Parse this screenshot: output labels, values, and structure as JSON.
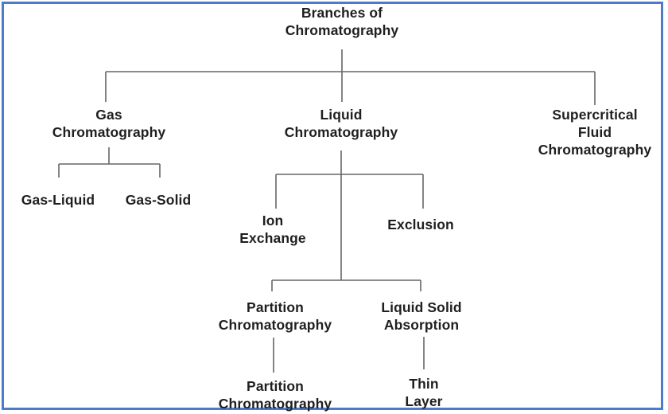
{
  "diagram": {
    "title": "Branches of Chromatography",
    "type": "tree",
    "nodes": {
      "root": {
        "label": "Branches of\nChromatography"
      },
      "gas": {
        "label": "Gas\nChromatography"
      },
      "liquid": {
        "label": "Liquid\nChromatography"
      },
      "supercritical": {
        "label": "Supercritical\nFluid\nChromatography"
      },
      "gas_liquid": {
        "label": "Gas-Liquid"
      },
      "gas_solid": {
        "label": "Gas-Solid"
      },
      "ion_exchange": {
        "label": "Ion\nExchange"
      },
      "exclusion": {
        "label": "Exclusion"
      },
      "partition_mid": {
        "label": "Partition\nChromatography"
      },
      "liquid_solid": {
        "label": "Liquid Solid\nAbsorption"
      },
      "partition_bottom": {
        "label": "Partition\nChromatography"
      },
      "thin_layer": {
        "label": "Thin\nLayer"
      }
    },
    "edges": [
      [
        "root",
        "gas"
      ],
      [
        "root",
        "liquid"
      ],
      [
        "root",
        "supercritical"
      ],
      [
        "gas",
        "gas_liquid"
      ],
      [
        "gas",
        "gas_solid"
      ],
      [
        "liquid",
        "ion_exchange"
      ],
      [
        "liquid",
        "exclusion"
      ],
      [
        "liquid",
        "partition_mid"
      ],
      [
        "liquid",
        "liquid_solid"
      ],
      [
        "partition_mid",
        "partition_bottom"
      ],
      [
        "liquid_solid",
        "thin_layer"
      ]
    ],
    "colors": {
      "frame_border": "#4a7cc9",
      "connector_line": "#666666",
      "text": "#1f1f1f",
      "background": "#ffffff"
    }
  }
}
